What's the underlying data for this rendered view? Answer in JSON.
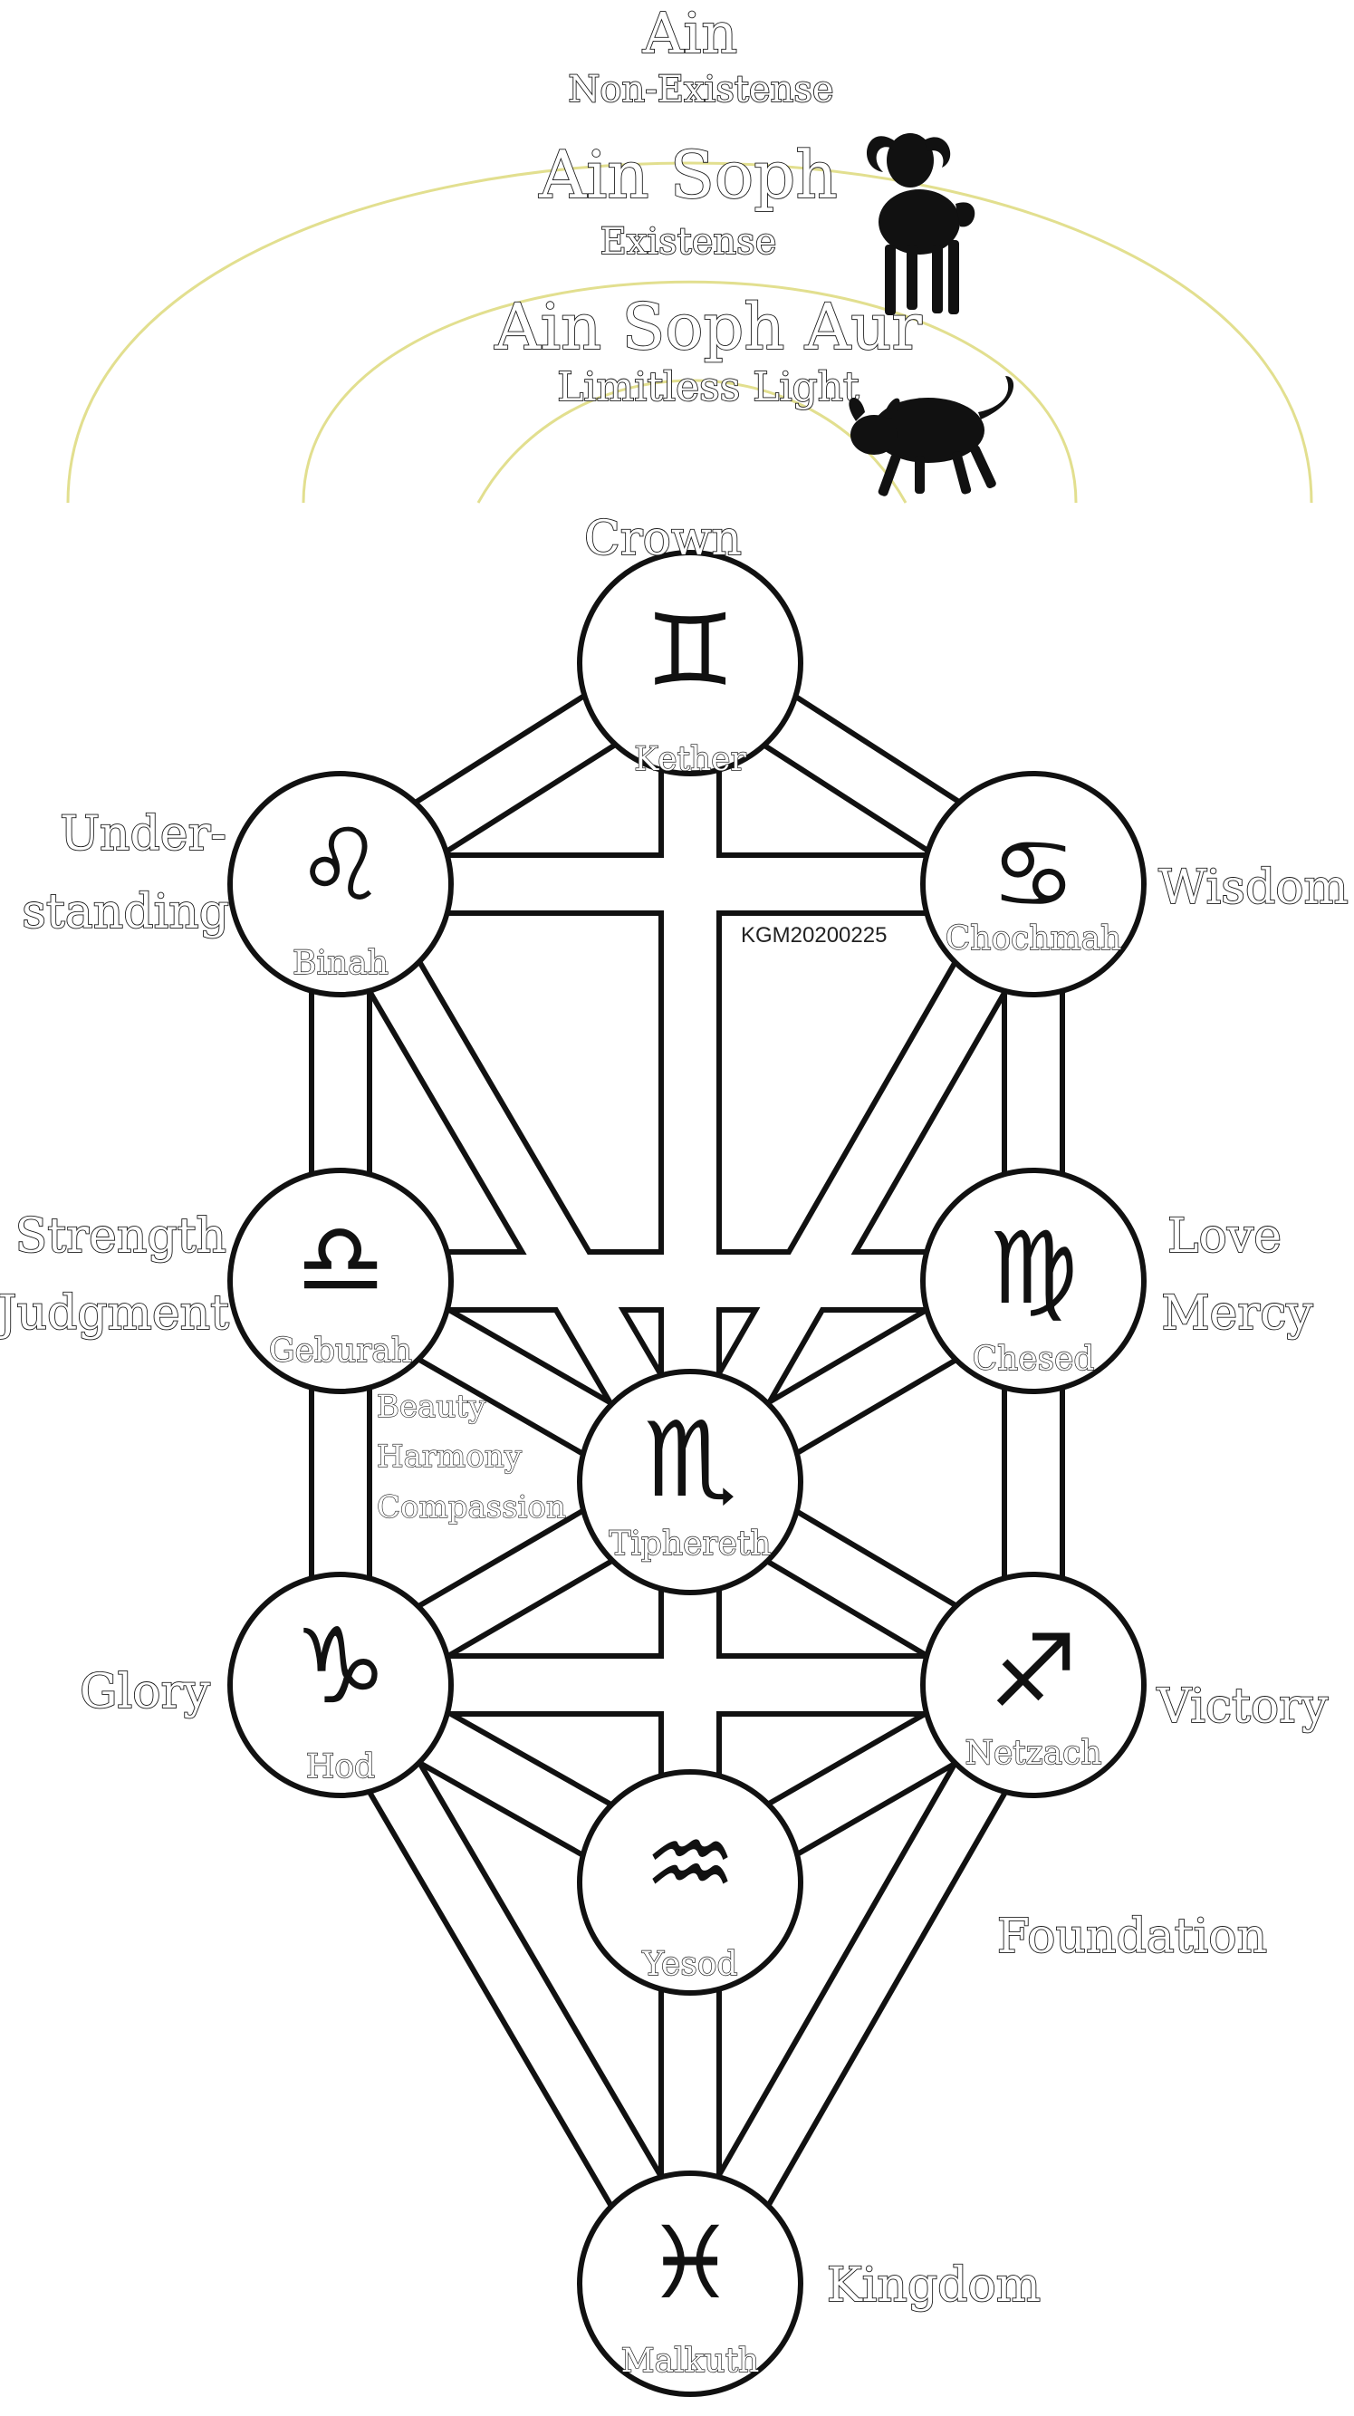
{
  "ain_levels": [
    {
      "title": "Ain",
      "subtitle": "Non-Existense"
    },
    {
      "title": "Ain Soph",
      "subtitle": "Existense",
      "icon": "ram-icon"
    },
    {
      "title": "Ain Soph Aur",
      "subtitle": "Limitless Light",
      "icon": "bull-icon"
    }
  ],
  "sefirot": [
    {
      "id": "kether",
      "name": "Kether",
      "attribute": [
        "Crown"
      ],
      "icon": "gemini-icon",
      "glyph": "♊"
    },
    {
      "id": "chochmah",
      "name": "Chochmah",
      "attribute": [
        "Wisdom"
      ],
      "icon": "cancer-crab-icon",
      "glyph": "♋"
    },
    {
      "id": "binah",
      "name": "Binah",
      "attribute": [
        "Under-",
        "standing"
      ],
      "icon": "leo-lion-icon",
      "glyph": "♌"
    },
    {
      "id": "chesed",
      "name": "Chesed",
      "attribute": [
        "Love",
        "Mercy"
      ],
      "icon": "virgo-maiden-icon",
      "glyph": "♍"
    },
    {
      "id": "geburah",
      "name": "Geburah",
      "attribute": [
        "Strength",
        "Judgment"
      ],
      "icon": "libra-scales-icon",
      "glyph": "♎"
    },
    {
      "id": "tiphereth",
      "name": "Tiphereth",
      "attribute": [
        "Beauty",
        "Harmony",
        "Compassion"
      ],
      "icon": "scorpio-scorpion-icon",
      "glyph": "♏"
    },
    {
      "id": "netzach",
      "name": "Netzach",
      "attribute": [
        "Victory"
      ],
      "icon": "sagittarius-archer-icon",
      "glyph": "♐"
    },
    {
      "id": "hod",
      "name": "Hod",
      "attribute": [
        "Glory"
      ],
      "icon": "capricorn-goat-icon",
      "glyph": "♑"
    },
    {
      "id": "yesod",
      "name": "Yesod",
      "attribute": [
        "Foundation"
      ],
      "icon": "aquarius-water-bearer-icon",
      "glyph": "♒"
    },
    {
      "id": "malkuth",
      "name": "Malkuth",
      "attribute": [
        "Kingdom"
      ],
      "icon": "pisces-fish-icon",
      "glyph": "♓"
    }
  ],
  "paths": [
    [
      "kether",
      "chochmah"
    ],
    [
      "kether",
      "binah"
    ],
    [
      "kether",
      "tiphereth"
    ],
    [
      "chochmah",
      "binah"
    ],
    [
      "chochmah",
      "chesed"
    ],
    [
      "chochmah",
      "tiphereth"
    ],
    [
      "binah",
      "geburah"
    ],
    [
      "binah",
      "tiphereth"
    ],
    [
      "chesed",
      "geburah"
    ],
    [
      "chesed",
      "tiphereth"
    ],
    [
      "chesed",
      "netzach"
    ],
    [
      "geburah",
      "tiphereth"
    ],
    [
      "geburah",
      "hod"
    ],
    [
      "tiphereth",
      "netzach"
    ],
    [
      "tiphereth",
      "hod"
    ],
    [
      "tiphereth",
      "yesod"
    ],
    [
      "netzach",
      "hod"
    ],
    [
      "netzach",
      "yesod"
    ],
    [
      "netzach",
      "malkuth"
    ],
    [
      "hod",
      "yesod"
    ],
    [
      "hod",
      "malkuth"
    ],
    [
      "yesod",
      "malkuth"
    ]
  ],
  "watermark": "KGM20200225"
}
